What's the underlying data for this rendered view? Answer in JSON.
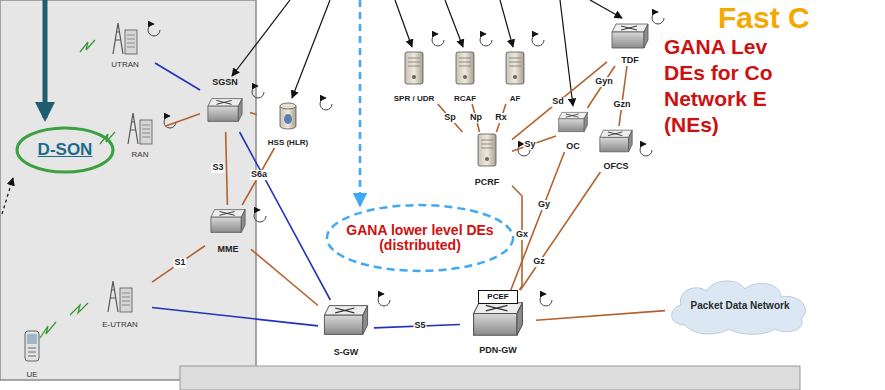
{
  "diagram": {
    "nodes": [
      {
        "text": [
          "UTRAN"
        ]
      },
      {
        "text": [
          "RAN"
        ]
      },
      {
        "text": [
          "E-UTRAN"
        ]
      },
      {
        "text": [
          "UE"
        ]
      },
      {
        "text": [
          "D-SON"
        ]
      },
      {
        "text": [
          "SGSN"
        ]
      },
      {
        "text": [
          "HSS (HLR)"
        ]
      },
      {
        "text": [
          "MME"
        ]
      },
      {
        "text": [
          "S-GW"
        ]
      },
      {
        "text": [
          "PDN-GW"
        ]
      },
      {
        "text": [
          "PCEF"
        ],
        "in": 9
      },
      {
        "text": [
          "SPR / UDR"
        ]
      },
      {
        "text": [
          "RCAF"
        ]
      },
      {
        "text": [
          "AF"
        ]
      },
      {
        "text": [
          "PCRF"
        ]
      },
      {
        "text": [
          "OC"
        ]
      },
      {
        "text": [
          "OFCS"
        ]
      },
      {
        "text": [
          "TDF"
        ]
      },
      {
        "text": [
          "GANA lower level DEs (distributed)"
        ]
      },
      {
        "text": [
          "Packet Data Network"
        ]
      }
    ],
    "edges": [
      {
        "from": 0,
        "to": 5,
        "arrow": "none"
      },
      {
        "from": 1,
        "to": 5,
        "arrow": "none"
      },
      {
        "from": 5,
        "to": 7,
        "arrow": "none",
        "label": "S3"
      },
      {
        "from": 5,
        "to": 6,
        "arrow": "none"
      },
      {
        "from": 6,
        "to": 7,
        "arrow": "none",
        "label": "S6a"
      },
      {
        "from": 2,
        "to": 7,
        "arrow": "none",
        "label": "S1"
      },
      {
        "from": 7,
        "to": 8,
        "arrow": "none"
      },
      {
        "from": 2,
        "to": 8,
        "arrow": "none"
      },
      {
        "from": 5,
        "to": 8,
        "arrow": "none"
      },
      {
        "from": 8,
        "to": 9,
        "arrow": "none",
        "label": "S5"
      },
      {
        "from": 14,
        "to": 11,
        "arrow": "none",
        "label": "Sp"
      },
      {
        "from": 14,
        "to": 12,
        "arrow": "none",
        "label": "Np"
      },
      {
        "from": 14,
        "to": 13,
        "arrow": "none",
        "label": "Rx"
      },
      {
        "from": 14,
        "to": 9,
        "arrow": "none",
        "label": "Gx"
      },
      {
        "from": 14,
        "to": 15,
        "arrow": "none",
        "label": "Sy"
      },
      {
        "from": 9,
        "to": 15,
        "arrow": "none",
        "label": "Gy"
      },
      {
        "from": 9,
        "to": 16,
        "arrow": "none",
        "label": "Gz"
      },
      {
        "from": 17,
        "to": 15,
        "arrow": "none",
        "label": "Gyn"
      },
      {
        "from": 17,
        "to": 16,
        "arrow": "none",
        "label": "Gzn"
      },
      {
        "from": 17,
        "to": 14,
        "arrow": "none",
        "label": "Sd"
      },
      {
        "from": 9,
        "to": 19,
        "arrow": "none"
      }
    ],
    "labels": [
      "Fast C",
      "GANA Lev",
      "DEs for Co",
      "Network E",
      "(NEs)"
    ]
  }
}
